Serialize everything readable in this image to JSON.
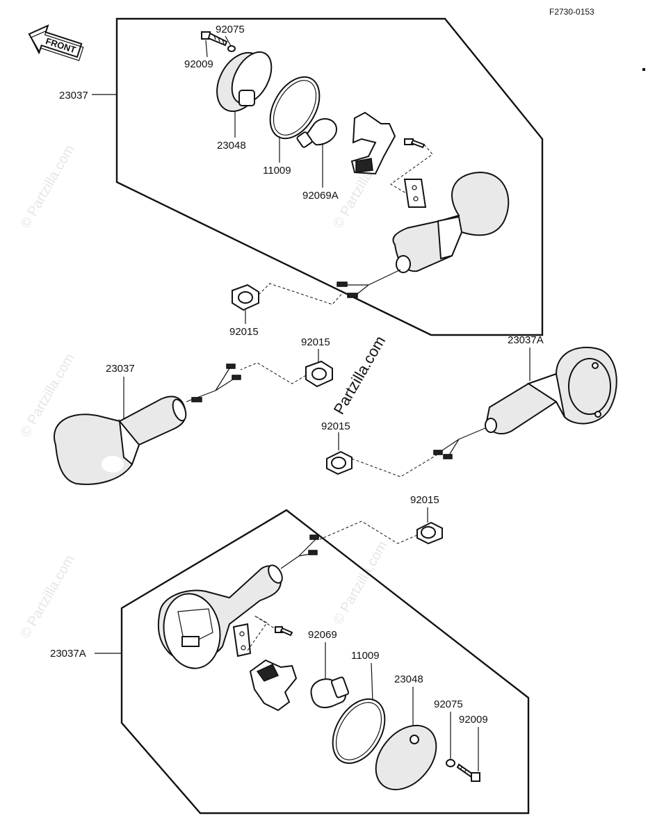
{
  "doc_number": "F2730-0153",
  "front_label": "FRONT",
  "watermark": "Partzilla.com",
  "watermark_small": "© Partzilla.com",
  "labels": {
    "top_92075": "92075",
    "top_92009": "92009",
    "top_23037": "23037",
    "top_23048": "23048",
    "top_11009": "11009",
    "top_92069A": "92069A",
    "mid_92015_a": "92015",
    "mid_92015_b": "92015",
    "mid_23037": "23037",
    "mid_23037A": "23037A",
    "mid_92015_c": "92015",
    "bot_92015": "92015",
    "bot_23037A": "23037A",
    "bot_92069": "92069",
    "bot_11009": "11009",
    "bot_23048": "23048",
    "bot_92075": "92075",
    "bot_92009": "92009"
  }
}
